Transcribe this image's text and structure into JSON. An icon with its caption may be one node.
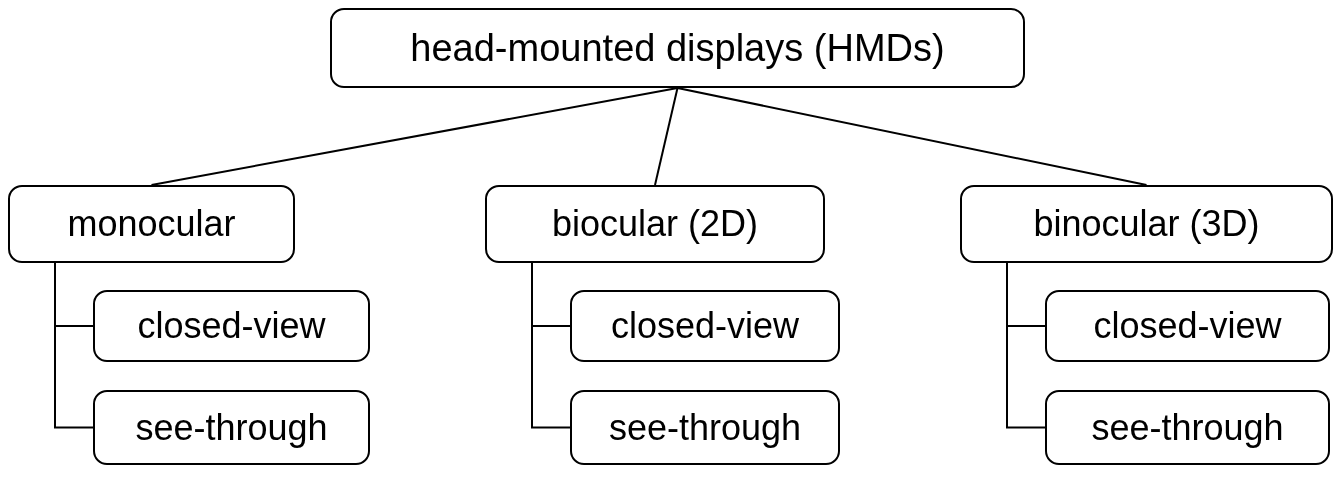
{
  "diagram": {
    "nodes": [
      {
        "text": [
          "head-mounted displays (HMDs)"
        ]
      },
      {
        "text": [
          "monocular"
        ]
      },
      {
        "text": [
          "closed-view"
        ]
      },
      {
        "text": [
          "see-through"
        ]
      },
      {
        "text": [
          "biocular (2D)"
        ]
      },
      {
        "text": [
          "closed-view"
        ]
      },
      {
        "text": [
          "see-through"
        ]
      },
      {
        "text": [
          "binocular (3D)"
        ]
      },
      {
        "text": [
          "closed-view"
        ]
      },
      {
        "text": [
          "see-through"
        ]
      }
    ],
    "edges": [
      {
        "from": 0,
        "to": 1,
        "arrow": "none"
      },
      {
        "from": 0,
        "to": 4,
        "arrow": "none"
      },
      {
        "from": 0,
        "to": 7,
        "arrow": "none"
      },
      {
        "from": 1,
        "to": 2,
        "arrow": "none"
      },
      {
        "from": 1,
        "to": 3,
        "arrow": "none"
      },
      {
        "from": 4,
        "to": 5,
        "arrow": "none"
      },
      {
        "from": 4,
        "to": 6,
        "arrow": "none"
      },
      {
        "from": 7,
        "to": 8,
        "arrow": "none"
      },
      {
        "from": 7,
        "to": 9,
        "arrow": "none"
      }
    ]
  }
}
